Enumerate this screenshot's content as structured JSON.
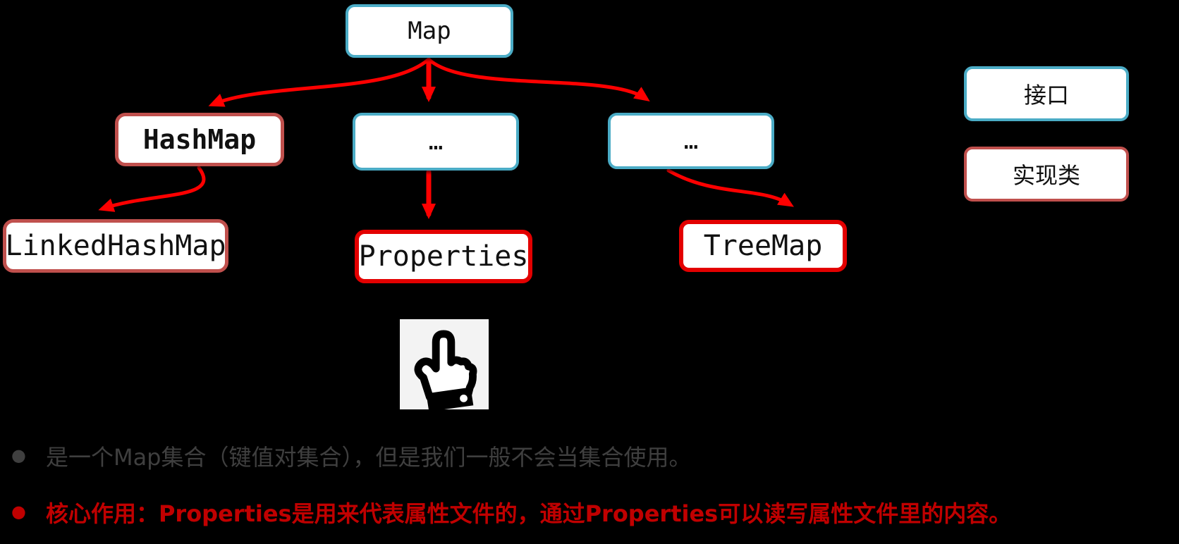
{
  "diagram": {
    "title_semantics": "Java Map hierarchy",
    "nodes": {
      "map": {
        "label": "Map",
        "kind": "interface"
      },
      "hashmap": {
        "label": "HashMap",
        "kind": "implementation"
      },
      "dots_mid": {
        "label": "…",
        "kind": "interface"
      },
      "dots_right": {
        "label": "…",
        "kind": "interface"
      },
      "linkedhashmap": {
        "label": "LinkedHashMap",
        "kind": "implementation"
      },
      "properties": {
        "label": "Properties",
        "kind": "implementation"
      },
      "treemap": {
        "label": "TreeMap",
        "kind": "implementation"
      }
    },
    "colors": {
      "background": "#000000",
      "interface_border": "#4BACC6",
      "implementation_muted_border": "#C0504D",
      "implementation_bright_border": "#E30000",
      "arrow": "#FF0000",
      "node_fill": "#FFFFFF",
      "node_text": "#111111"
    }
  },
  "legend": {
    "interface_label": "接口",
    "implementation_label": "实现类"
  },
  "hand_icon": {
    "meaning": "pointing-up-hand highlight under Properties"
  },
  "notes": {
    "bullet_glyph": "●",
    "items": [
      {
        "text": "是一个Map集合（键值对集合），但是我们一般不会当集合使用。",
        "color": "#3F3F3F",
        "bold": false
      },
      {
        "text": "核心作用：Properties是用来代表属性文件的，通过Properties可以读写属性文件里的内容。",
        "color": "#C00000",
        "bold": true
      }
    ]
  }
}
